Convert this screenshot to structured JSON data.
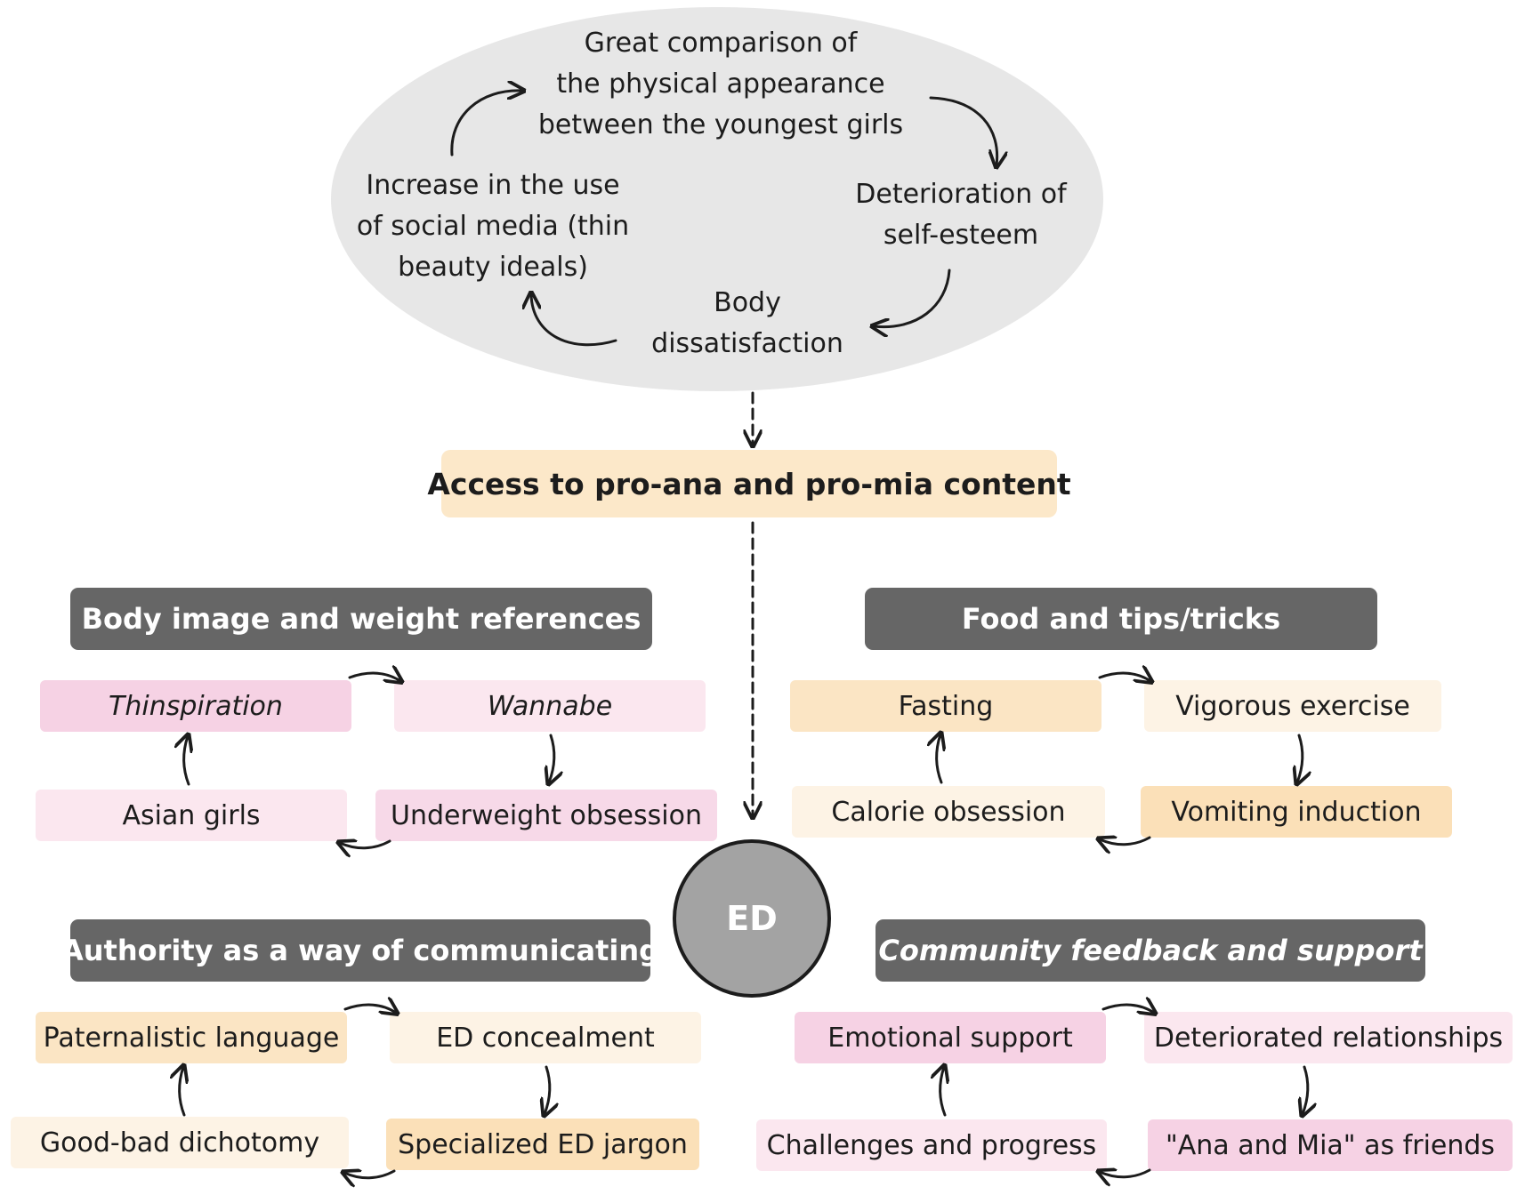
{
  "cycle": {
    "top": "Great comparison of\nthe physical appearance\nbetween the youngest girls",
    "right": "Deterioration of\nself-esteem",
    "bottom": "Body\ndissatisfaction",
    "left": "Increase in the use\nof social media (thin\nbeauty ideals)"
  },
  "access": "Access to pro-ana and pro-mia content",
  "center": "ED",
  "groups": [
    {
      "title": "Body image and weight references",
      "items": [
        "Thinspiration",
        "Wannabe",
        "Underweight obsession",
        "Asian girls"
      ]
    },
    {
      "title": "Food and tips/tricks",
      "items": [
        "Fasting",
        "Vigorous exercise",
        "Vomiting induction",
        "Calorie obsession"
      ]
    },
    {
      "title": "Authority as a way of communicating",
      "items": [
        "Paternalistic language",
        "ED concealment",
        "Specialized ED jargon",
        "Good-bad dichotomy"
      ]
    },
    {
      "title": "Community feedback and support",
      "items": [
        "Emotional support",
        "Deteriorated relationships",
        "\"Ana and Mia\" as friends",
        "Challenges and progress"
      ]
    }
  ],
  "colors": {
    "ellipse": "#e7e7e7",
    "header": "#666666",
    "access": "#fce8c9",
    "center": "#a3a3a3"
  }
}
